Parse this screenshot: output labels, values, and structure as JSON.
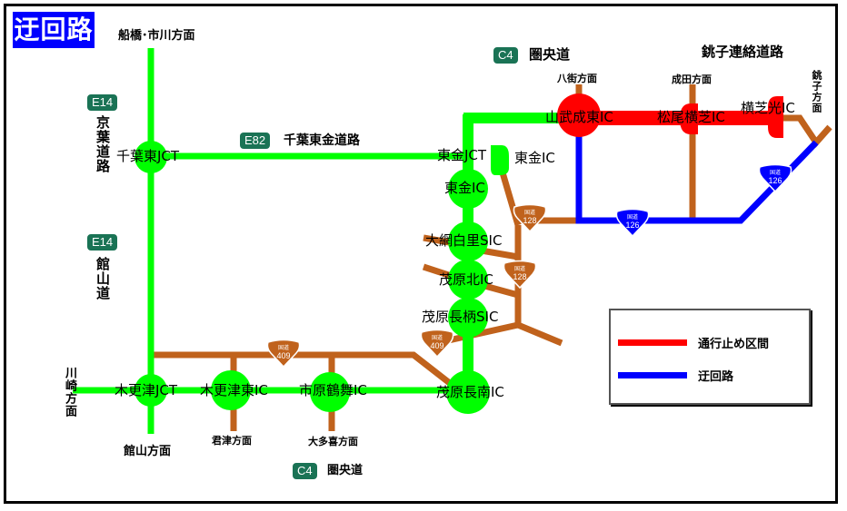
{
  "title": "迂回路",
  "colors": {
    "expressway": "#00ff00",
    "closed": "#ff0000",
    "detour": "#0000ff",
    "national_road": "#c0621c",
    "expressway_shield": "#1a7355"
  },
  "routes": {
    "e14_keiyo": {
      "number": "E14",
      "name": "京葉道路"
    },
    "e14_tateyama": {
      "number": "E14",
      "name": "館山道"
    },
    "e82": {
      "number": "E82",
      "name": "千葉東金道路"
    },
    "c4_top": {
      "number": "C4",
      "name": "圏央道"
    },
    "c4_bottom": {
      "number": "C4",
      "name": "圏央道"
    },
    "choshi": {
      "name": "銚子連絡道路"
    }
  },
  "interchanges": {
    "chiba_higashi_jct": "千葉東JCT",
    "togane_jct": "東金JCT",
    "togane_ic_spur": "東金IC",
    "togane_ic": "東金IC",
    "oami_shirasato_sic": "大網白里SIC",
    "mobara_kita_ic": "茂原北IC",
    "mobara_nagara_sic": "茂原長柄SIC",
    "mobara_chonan_ic": "茂原長南IC",
    "kisarazu_jct": "木更津JCT",
    "kisarazu_higashi_ic": "木更津東IC",
    "ichihara_tsurumai_ic": "市原鶴舞IC",
    "sammu_naruto_ic": "山武成東IC",
    "matsuo_yokoshiba_ic": "松尾横芝IC",
    "yokoshibahikari_ic": "横芝光IC"
  },
  "directions": {
    "funabashi": "船橋･市川方面",
    "kawasaki": "川崎方面",
    "tateyama": "館山方面",
    "kimitsu": "君津方面",
    "otaki": "大多喜方面",
    "yachimata": "八街方面",
    "narita": "成田方面",
    "choshi": "銚子方面"
  },
  "national_roads": {
    "r128_a": {
      "label": "国道",
      "number": "128"
    },
    "r128_b": {
      "label": "国道",
      "number": "128"
    },
    "r409_a": {
      "label": "国道",
      "number": "409"
    },
    "r409_b": {
      "label": "国道",
      "number": "409"
    },
    "r126_a": {
      "label": "国道",
      "number": "126"
    },
    "r126_b": {
      "label": "国道",
      "number": "126"
    }
  },
  "legend": {
    "closed_label": "通行止め区間",
    "detour_label": "迂回路"
  }
}
